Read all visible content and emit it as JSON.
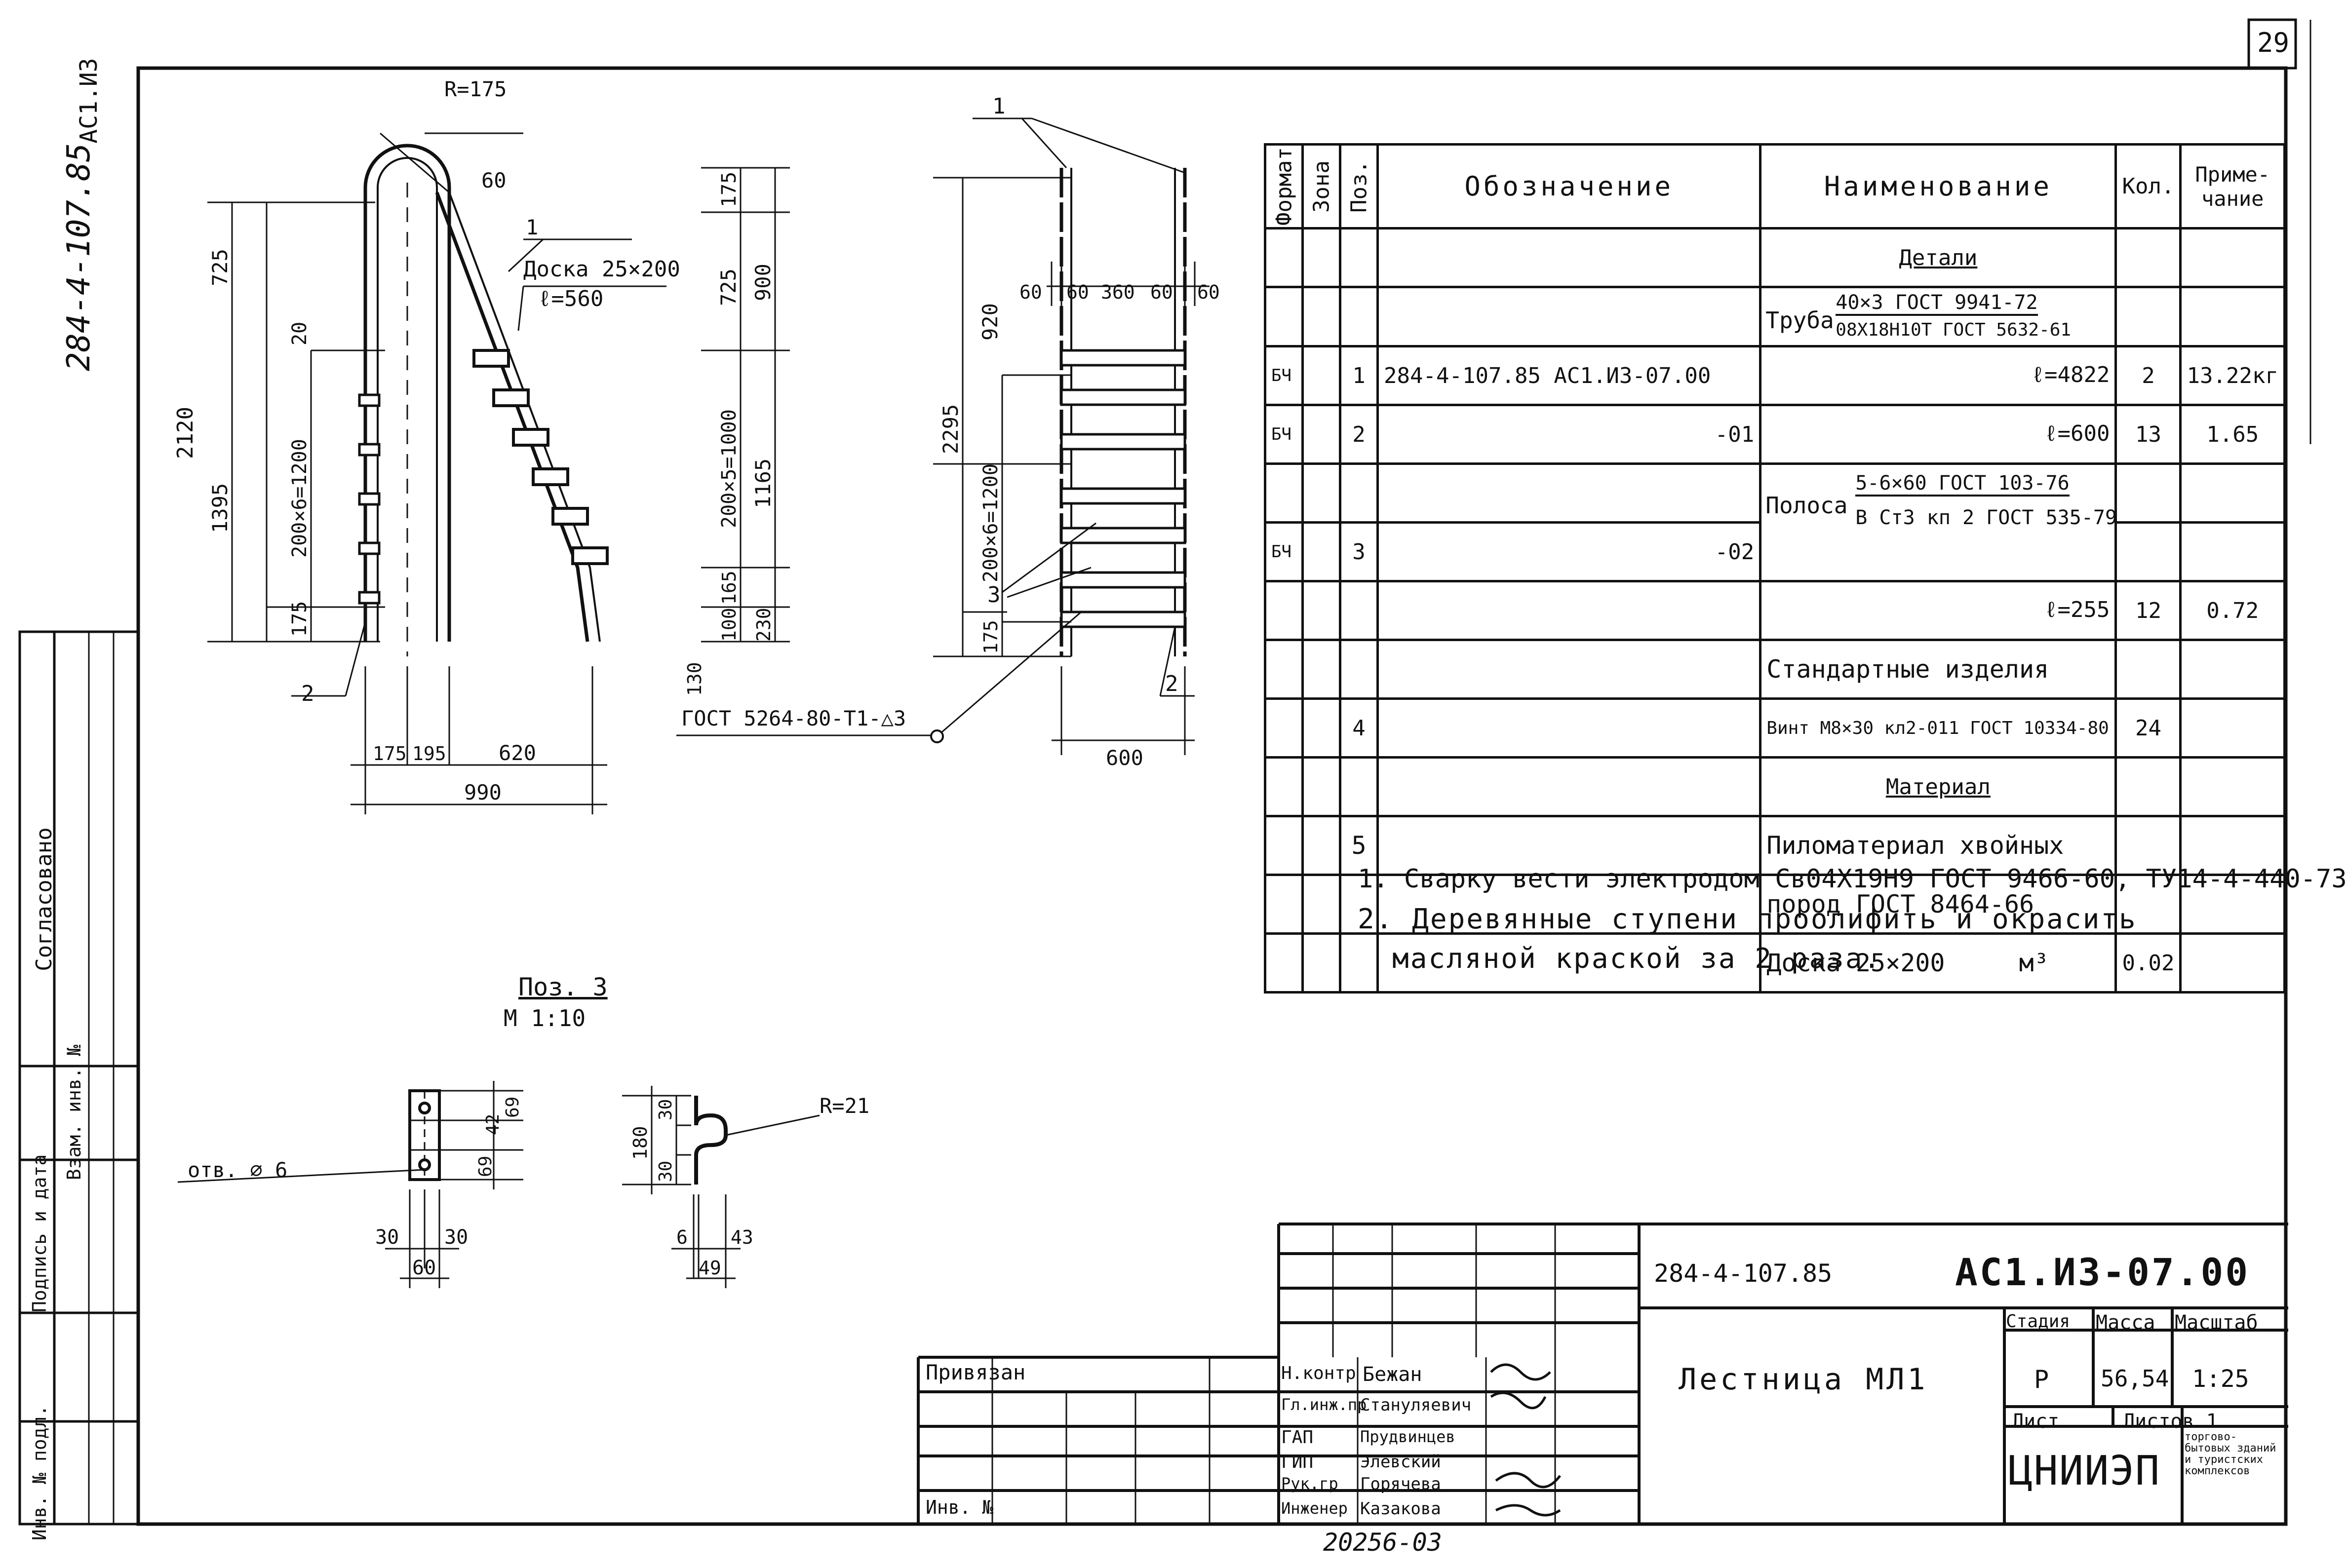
{
  "sheet_number": "29",
  "side_code": "284-4-107.85",
  "side_album": "АС1.ИЗ",
  "side_labels": {
    "agreed": "Согласовано",
    "inv_orig": "Инв. № подл.",
    "sign_date": "Подпись и дата",
    "replace": "Взам. инв. №"
  },
  "view1": {
    "radius": "R=175",
    "angle": "60",
    "board_line1": "Доска 25×200",
    "board_line2": "ℓ=560",
    "callout1": "1",
    "callout2": "2",
    "dims_left": [
      "725",
      "20",
      "2120",
      "1395",
      "200×6=1200",
      "175"
    ],
    "dims_right": [
      "175",
      "725",
      "900",
      "200×5=1000",
      "1165",
      "165",
      "130",
      "100",
      "230"
    ],
    "dims_bottom": [
      "175",
      "195",
      "620",
      "990"
    ]
  },
  "view2": {
    "callout1": "1",
    "callout2": "2",
    "callout3": "3",
    "dims_top": [
      "60",
      "60",
      "360",
      "60",
      "60"
    ],
    "dims_left": [
      "920",
      "2295",
      "200×6=1200",
      "175"
    ],
    "dim_bottom": "600",
    "weld_note": "ГОСТ 5264-80-Т1-△3"
  },
  "pos3": {
    "title": "Поз. 3",
    "scale": "М 1:10",
    "hole_label": "отв. ⌀ 6",
    "dims_a": [
      "42",
      "69",
      "69"
    ],
    "dims_a_bottom": [
      "30",
      "30",
      "60"
    ],
    "dims_b": [
      "30",
      "180",
      "30"
    ],
    "dims_b_bottom": [
      "6",
      "43",
      "49"
    ],
    "radius": "R=21"
  },
  "spec": {
    "headers": [
      "Формат",
      "Зона",
      "Поз.",
      "Обозначение",
      "Наименование",
      "Кол.",
      "Приме-\nчание"
    ],
    "section_details": "Детали",
    "pipe_label": "Труба",
    "pipe_top": "40×3 ГОСТ 9941-72",
    "pipe_bot": "08Х18Н10Т ГОСТ 5632-61",
    "rows": [
      {
        "fmt": "БЧ",
        "pos": "1",
        "code": "284-4-107.85 АС1.ИЗ-07.00",
        "name": "ℓ=4822",
        "qty": "2",
        "note": "13.22кг"
      },
      {
        "fmt": "БЧ",
        "pos": "2",
        "code": "-01",
        "name": "ℓ=600",
        "qty": "13",
        "note": "1.65"
      },
      {
        "fmt": "БЧ",
        "pos": "3",
        "code": "-02",
        "name": "ℓ=255",
        "qty": "12",
        "note": "0.72"
      }
    ],
    "strip_label": "Полоса",
    "strip_top": "5-6×60  ГОСТ 103-76",
    "strip_bot": "В Ст3 кп 2 ГОСТ 535-79",
    "section_std": "Стандартные изделия",
    "screw": {
      "pos": "4",
      "name": "Винт М8×30 кл2-011 ГОСТ 10334-80",
      "qty": "24"
    },
    "section_mat": "Материал",
    "mat": {
      "pos": "5",
      "line1": "Пиломатериал хвойных",
      "line2": "пород ГОСТ 8464-66",
      "line3": "Доска  25×200",
      "unit": "м³",
      "qty": "0.02"
    }
  },
  "notes": [
    "1. Сварку вести электродом Св04Х19Н9 ГОСТ 9466-60, ТУ14-4-440-73",
    "2. Деревянные ступени проолифить и окрасить",
    "масляной краской за 2 раза."
  ],
  "title_block": {
    "code": "284-4-107.85",
    "doc": "АС1.ИЗ-07.00",
    "name": "Лестница МЛ1",
    "stage_h": "Стадия",
    "mass_h": "Масса",
    "scale_h": "Масштаб",
    "stage": "Р",
    "mass": "56,54",
    "scale": "1:25",
    "sheet_h": "Лист",
    "sheets_h": "Листов 1",
    "org": "ЦНИИЭП",
    "org_note": "торгово-бытовых зданий и туристских комплексов",
    "bound": "Привязан",
    "inv": "Инв. №",
    "roles": [
      {
        "role": "Н.контр",
        "name": "Бежан"
      },
      {
        "role": "Гл.инж.пр",
        "name": "Стануляевич"
      },
      {
        "role": "ГАП",
        "name": "Прудвинцев"
      },
      {
        "role": "ГИП",
        "name": "Элевский"
      },
      {
        "role": "Рук.гр",
        "name": "Горячева"
      },
      {
        "role": "Инженер",
        "name": "Казакова"
      }
    ],
    "stamp": "20256-03"
  }
}
